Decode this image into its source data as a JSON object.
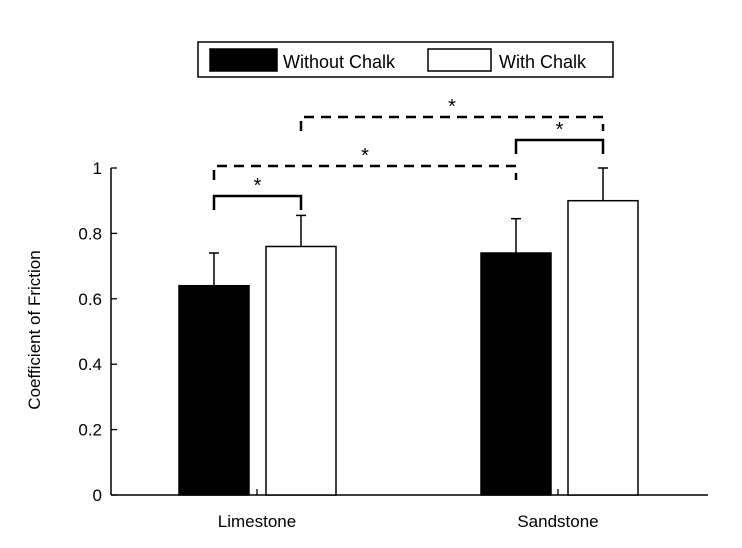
{
  "chart_data": {
    "type": "bar",
    "categories": [
      "Limestone",
      "Sandstone"
    ],
    "series": [
      {
        "name": "Without Chalk",
        "values": [
          0.64,
          0.74
        ],
        "errors": [
          0.1,
          0.105
        ],
        "color": "#000000"
      },
      {
        "name": "With Chalk",
        "values": [
          0.76,
          0.9
        ],
        "errors": [
          0.095,
          0.1
        ],
        "color": "#ffffff"
      }
    ],
    "ylabel": "Coefficient of Friction",
    "ylim": [
      0,
      1
    ],
    "yticks": [
      0,
      0.2,
      0.4,
      0.6,
      0.8,
      1
    ],
    "ytick_labels": [
      "0",
      "0.2",
      "0.4",
      "0.6",
      "0.8",
      "1"
    ],
    "legend_placement": "top",
    "grid": false,
    "significance": [
      {
        "label": "*",
        "from": "Limestone|Without Chalk",
        "to": "Limestone|With Chalk",
        "style": "solid"
      },
      {
        "label": "*",
        "from": "Sandstone|Without Chalk",
        "to": "Sandstone|With Chalk",
        "style": "solid"
      },
      {
        "label": "*",
        "from": "Limestone|Without Chalk",
        "to": "Sandstone|Without Chalk",
        "style": "dashed"
      },
      {
        "label": "*",
        "from": "Limestone|With Chalk",
        "to": "Sandstone|With Chalk",
        "style": "dashed"
      }
    ]
  }
}
